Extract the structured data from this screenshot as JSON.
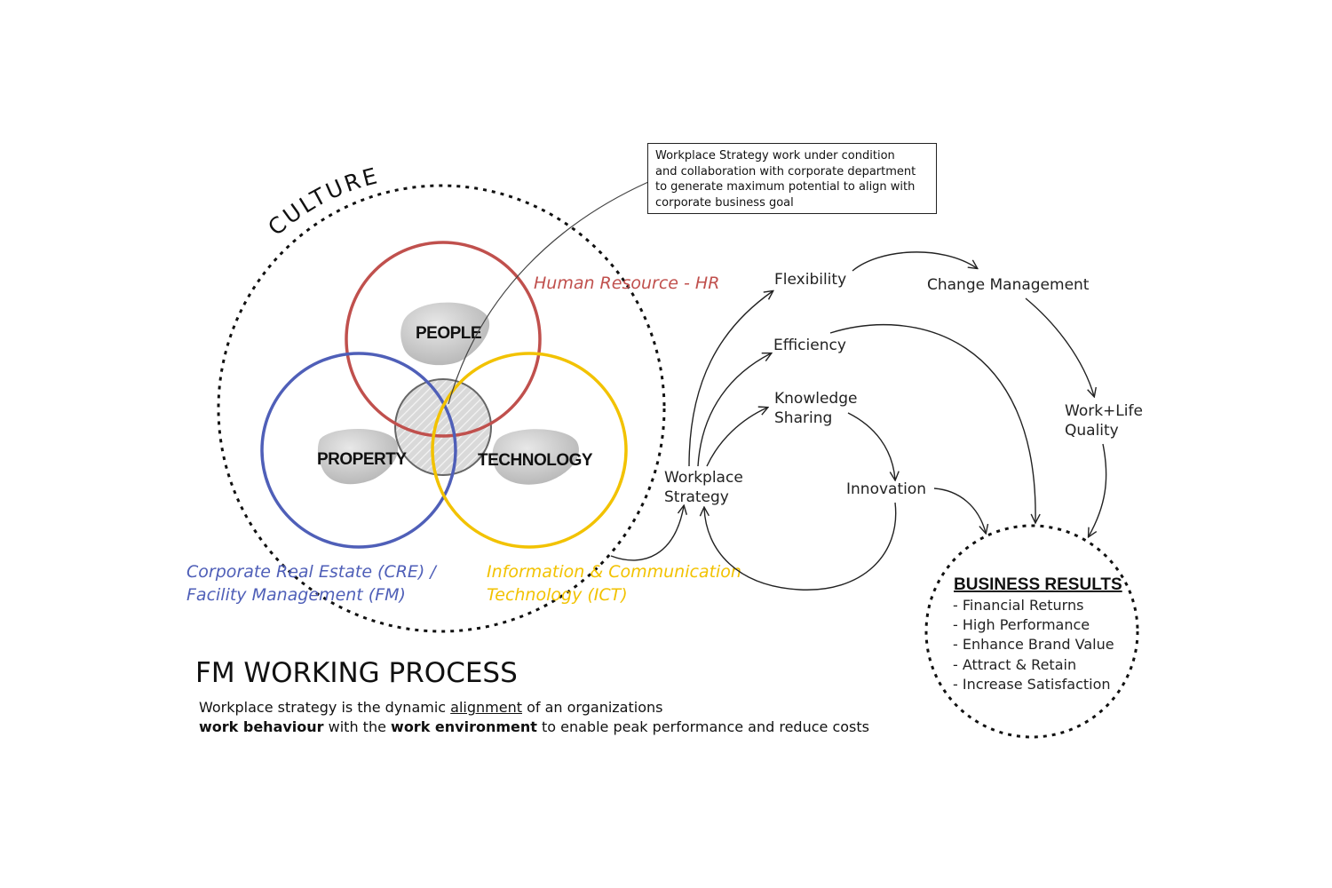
{
  "culture_label": "CULTURE",
  "venn": {
    "people": "PEOPLE",
    "property": "PROPERTY",
    "technology": "TECHNOLOGY"
  },
  "departments": {
    "hr": "Human Resource - HR",
    "cre_line1": "Corporate Real Estate (CRE) /",
    "cre_line2": "Facility Management (FM)",
    "ict_line1": "Information & Communication",
    "ict_line2": "Technology (ICT)"
  },
  "note": {
    "line1": "Workplace Strategy work under condition",
    "line2": "and collaboration with corporate department",
    "line3": "to generate maximum potential to align with",
    "line4": "corporate business goal"
  },
  "flow": {
    "workplace_line1": "Workplace",
    "workplace_line2": "Strategy",
    "flexibility": "Flexibility",
    "efficiency": "Efficiency",
    "knowledge_line1": "Knowledge",
    "knowledge_line2": "Sharing",
    "innovation": "Innovation",
    "change_management": "Change Management",
    "worklife_line1": "Work+Life",
    "worklife_line2": "Quality"
  },
  "business_results": {
    "title": "BUSINESS RESULTS",
    "items": [
      "- Financial Returns",
      "- High Performance",
      "- Enhance Brand Value",
      "- Attract & Retain",
      "- Increase Satisfaction"
    ]
  },
  "title": "FM WORKING PROCESS",
  "description": {
    "part1": "Workplace strategy is the dynamic ",
    "underlined": "alignment",
    "part2": " of an organizations",
    "bold1": "work behaviour",
    "part3": " with the ",
    "bold2": "work environment",
    "part4": " to enable peak performance and reduce costs"
  },
  "colors": {
    "hr": "#c0504d",
    "cre": "#4f5fb8",
    "ict": "#f2c200",
    "blob": "#c8c8c8"
  }
}
